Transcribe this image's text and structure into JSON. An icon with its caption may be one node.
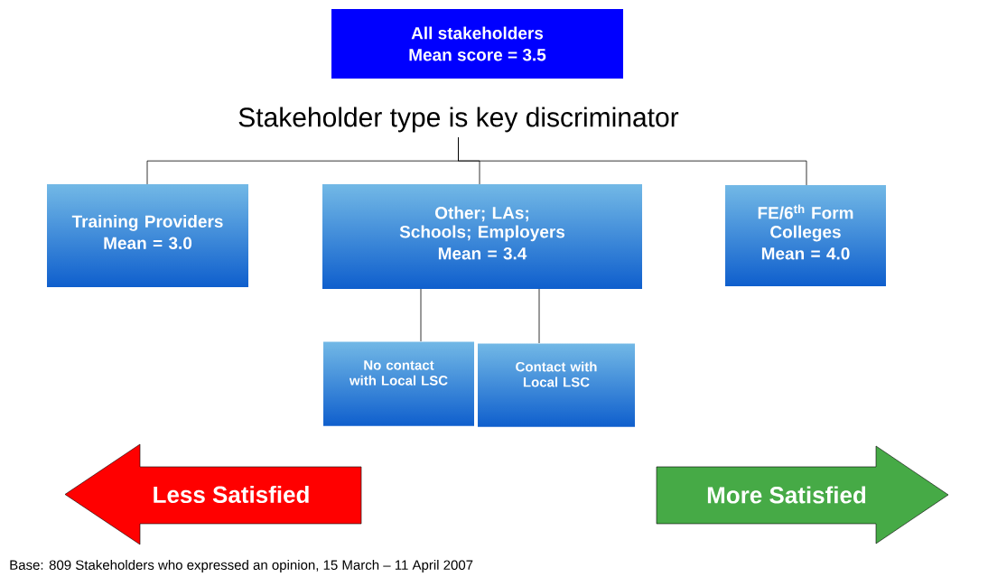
{
  "diagram": {
    "nodes": [
      {
        "text": [
          "All stakeholders",
          "Mean score = 3.5"
        ]
      },
      {
        "text": [
          "Stakeholder type is key discriminator"
        ]
      },
      {
        "text": [
          "Training Providers",
          "Mean = 3.0"
        ]
      },
      {
        "text": [
          "Other; LAs; Schools; Employers",
          "Mean = 3.4"
        ]
      },
      {
        "text": [
          "FE/6$^{th}$ Form Colleges",
          "Mean = 4.0"
        ]
      },
      {
        "text": [
          "No contact with Local LSC"
        ]
      },
      {
        "text": [
          "Contact with Local LSC"
        ]
      },
      {
        "text": [
          "Less Satisfied"
        ]
      },
      {
        "text": [
          "More Satisfied"
        ]
      }
    ],
    "edges": [
      {
        "from": 1,
        "to": 2,
        "arrow": "none"
      },
      {
        "from": 1,
        "to": 3,
        "arrow": "none"
      },
      {
        "from": 1,
        "to": 4,
        "arrow": "none"
      },
      {
        "from": 3,
        "to": 5,
        "arrow": "none"
      },
      {
        "from": 3,
        "to": 6,
        "arrow": "none"
      }
    ],
    "labels": [
      "Base: 809 Stakeholders who expressed an opinion, 15 March – 11 April 2007"
    ]
  }
}
